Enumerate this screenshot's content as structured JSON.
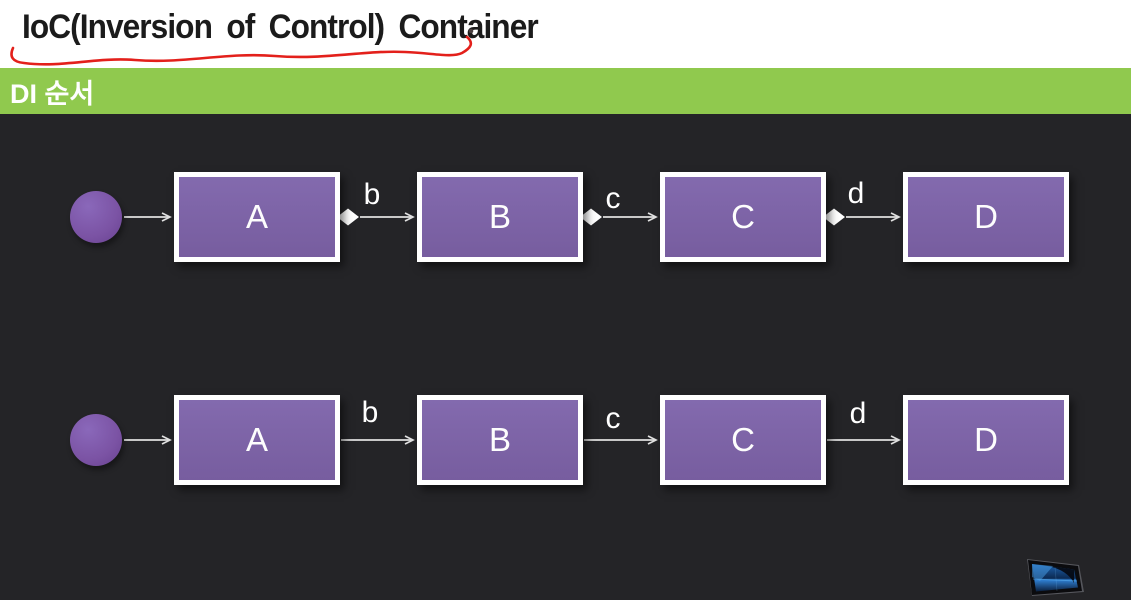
{
  "slide": {
    "title": "IoC(Inversion of Control) Container",
    "section_label": "DI 순서"
  },
  "colors": {
    "header_bg": "#ffffff",
    "title_text": "#1b1b1b",
    "annotation_red": "#e3201b",
    "section_bar_bg": "#90c94e",
    "section_bar_text": "#ffffff",
    "canvas_bg": "#242427",
    "node_fill": "#7d63a8",
    "node_border": "#ffffff",
    "node_text": "#ffffff",
    "start_node_fill": "#7b53a4",
    "connector_color": "#e0e0e0",
    "edge_label_color": "#ffffff"
  },
  "diagram": {
    "rows": [
      {
        "style": "aggregation-diamond-arrows",
        "start": "filled-circle",
        "nodes": [
          {
            "label": "A"
          },
          {
            "label": "B"
          },
          {
            "label": "C"
          },
          {
            "label": "D"
          }
        ],
        "edge_labels": [
          "b",
          "c",
          "d"
        ]
      },
      {
        "style": "plain-arrows",
        "start": "filled-circle",
        "nodes": [
          {
            "label": "A"
          },
          {
            "label": "B"
          },
          {
            "label": "C"
          },
          {
            "label": "D"
          }
        ],
        "edge_labels": [
          "b",
          "c",
          "d"
        ]
      }
    ]
  },
  "footer": {
    "logo": "glossy-widescreen-tv-icon"
  }
}
